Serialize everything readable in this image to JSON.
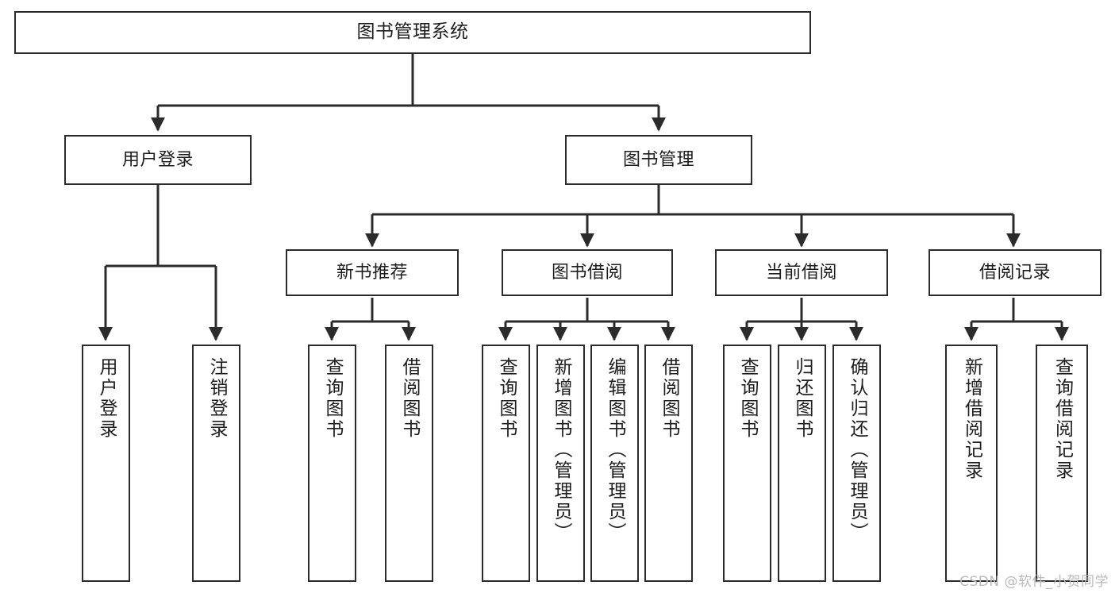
{
  "diagram": {
    "title": "图书管理系统",
    "type": "tree-hierarchy",
    "watermark": "CSDN @软件_小贺同学",
    "colors": {
      "stroke": "#2b2b2b",
      "fill": "#ffffff",
      "text": "#1d1d1d",
      "watermark": "#b9b9b9"
    },
    "nodes": {
      "root": {
        "label": "图书管理系统"
      },
      "level2": [
        {
          "id": "user-login",
          "label": "用户登录"
        },
        {
          "id": "book-manage",
          "label": "图书管理"
        }
      ],
      "level3": [
        {
          "id": "new-book-recommend",
          "label": "新书推荐"
        },
        {
          "id": "book-borrow",
          "label": "图书借阅"
        },
        {
          "id": "current-borrow",
          "label": "当前借阅"
        },
        {
          "id": "borrow-record",
          "label": "借阅记录"
        }
      ],
      "leaves": {
        "user_login": [
          {
            "id": "leaf-user-login",
            "label": "用户登录"
          },
          {
            "id": "leaf-logout-login",
            "label": "注销登录"
          }
        ],
        "new_book_recommend": [
          {
            "id": "leaf-query-book-1",
            "label": "查询图书"
          },
          {
            "id": "leaf-borrow-book-1",
            "label": "借阅图书"
          }
        ],
        "book_borrow": [
          {
            "id": "leaf-query-book-2",
            "label": "查询图书"
          },
          {
            "id": "leaf-add-book-admin",
            "label": "新增图书（管理员）"
          },
          {
            "id": "leaf-edit-book-admin",
            "label": "编辑图书（管理员）"
          },
          {
            "id": "leaf-borrow-book-2",
            "label": "借阅图书"
          }
        ],
        "current_borrow": [
          {
            "id": "leaf-query-book-3",
            "label": "查询图书"
          },
          {
            "id": "leaf-return-book",
            "label": "归还图书"
          },
          {
            "id": "leaf-confirm-return-admin",
            "label": "确认归还（管理员）"
          }
        ],
        "borrow_record": [
          {
            "id": "leaf-add-borrow-record",
            "label": "新增借阅记录"
          },
          {
            "id": "leaf-query-borrow-record",
            "label": "查询借阅记录"
          }
        ]
      }
    }
  }
}
